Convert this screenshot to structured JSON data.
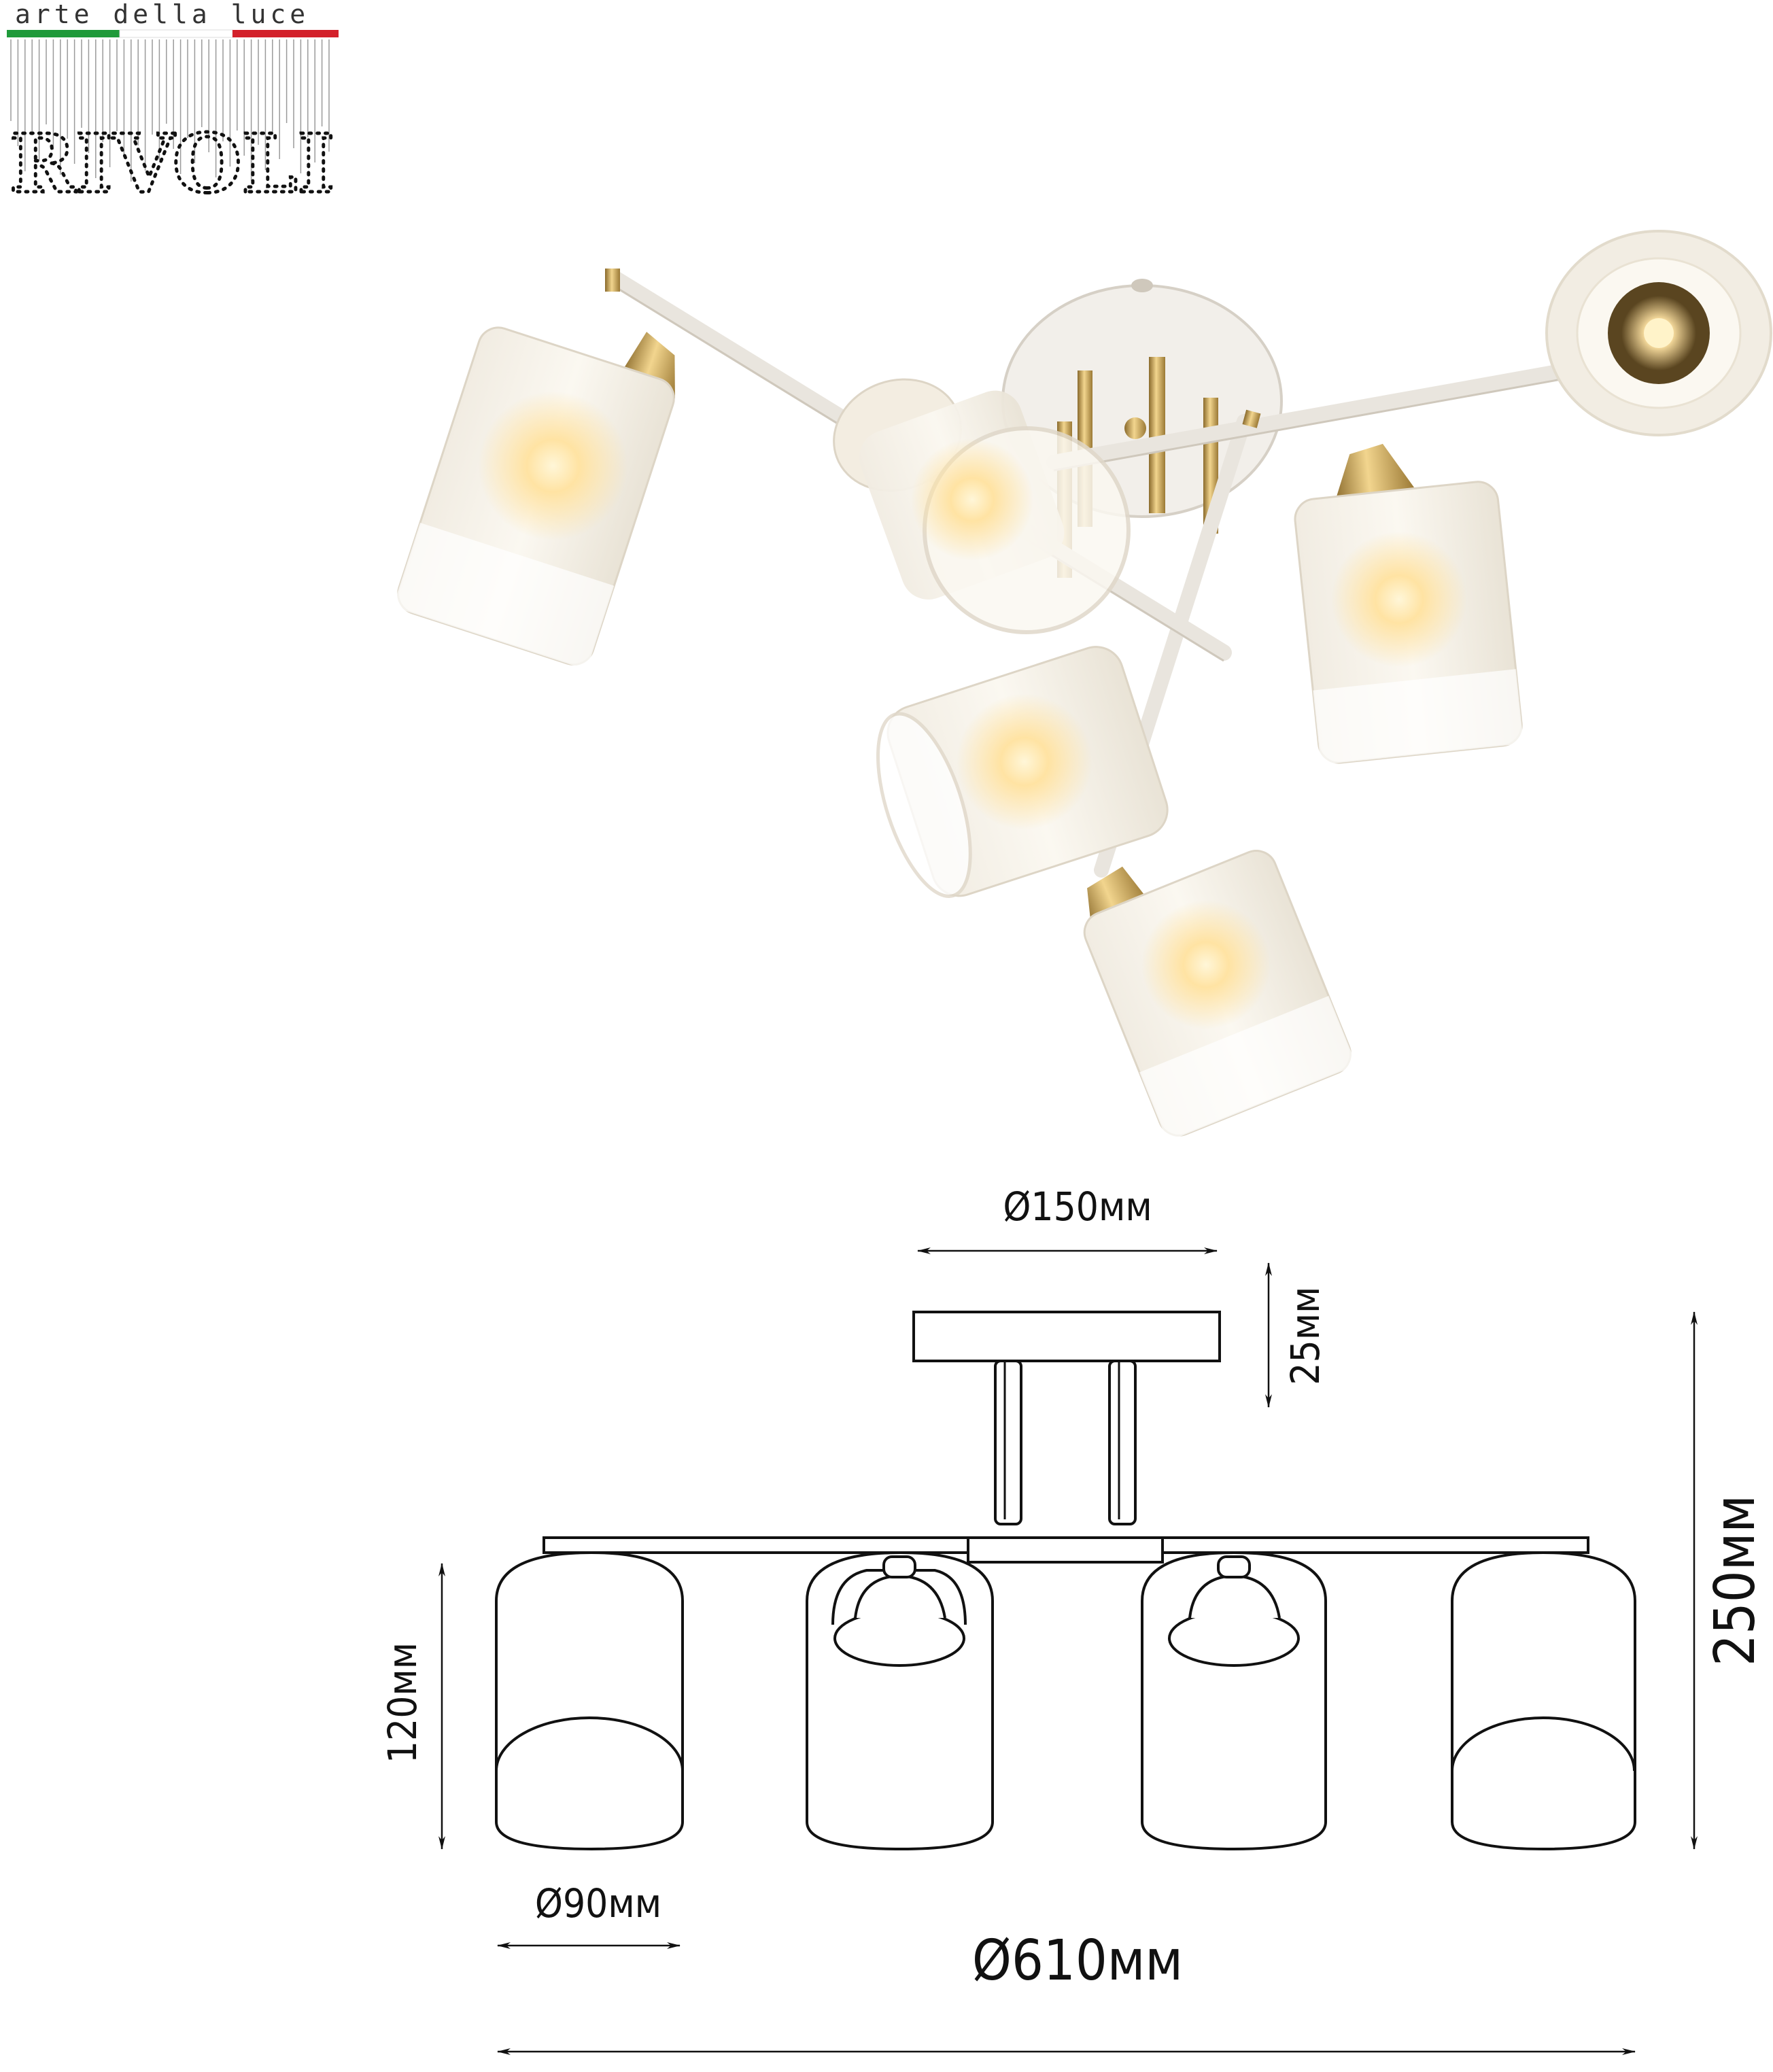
{
  "brand": {
    "tagline": "arte della luce",
    "name": "RIVOLI",
    "flag_colors": [
      "#1f9a3a",
      "#ffffff",
      "#d3202a"
    ]
  },
  "dimensions": {
    "canopy_diameter": "Ø150мм",
    "canopy_height": "25мм",
    "total_height": "250мм",
    "shade_height": "120мм",
    "shade_diameter": "Ø90мм",
    "total_diameter": "Ø610мм"
  },
  "colors": {
    "finish_white": "#f4f1ec",
    "finish_gold": "#c9a45a",
    "glass_frosted": "#f7f3ea",
    "lamp_glow": "#ffd98a"
  }
}
